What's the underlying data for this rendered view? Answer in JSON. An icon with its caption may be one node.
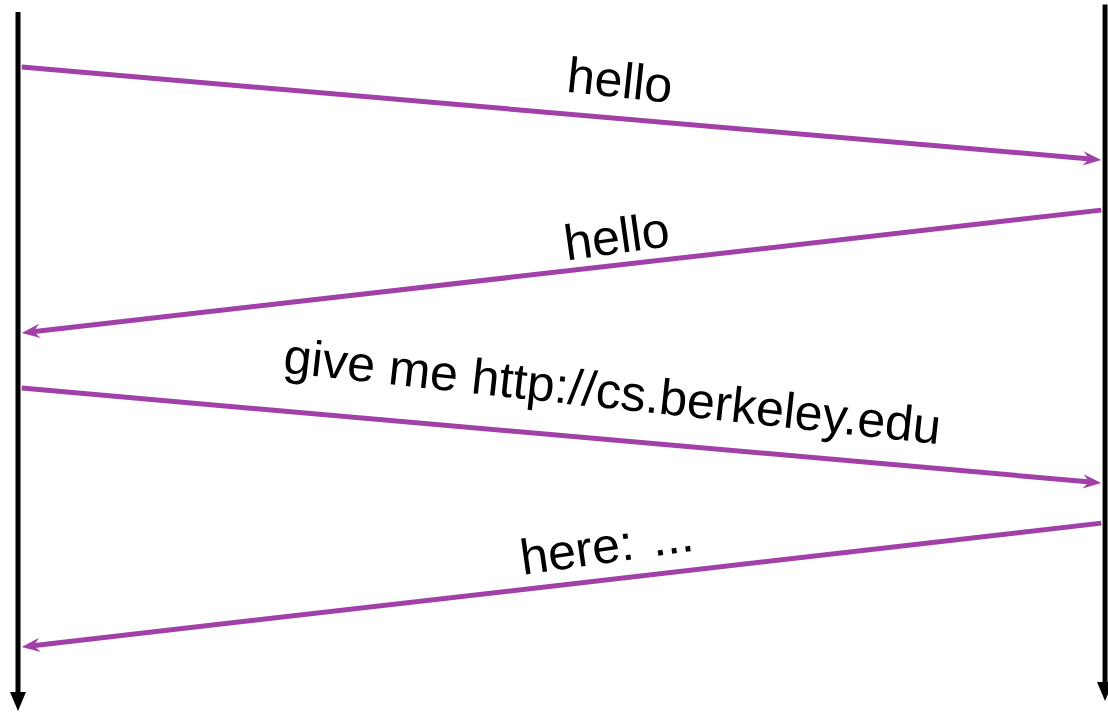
{
  "diagram": {
    "nodes": [
      {
        "text": [],
        "shape": "bar"
      },
      {
        "text": [],
        "shape": "bar"
      }
    ],
    "edges": [
      {
        "from": 0,
        "to": 1,
        "arrow": "to",
        "label": "hello"
      },
      {
        "from": 1,
        "to": 0,
        "arrow": "to",
        "label": "hello"
      },
      {
        "from": 0,
        "to": 1,
        "arrow": "to",
        "label": "give me http://cs.berkeley.edu"
      },
      {
        "from": 1,
        "to": 0,
        "arrow": "to",
        "label": "here: ..."
      }
    ]
  }
}
